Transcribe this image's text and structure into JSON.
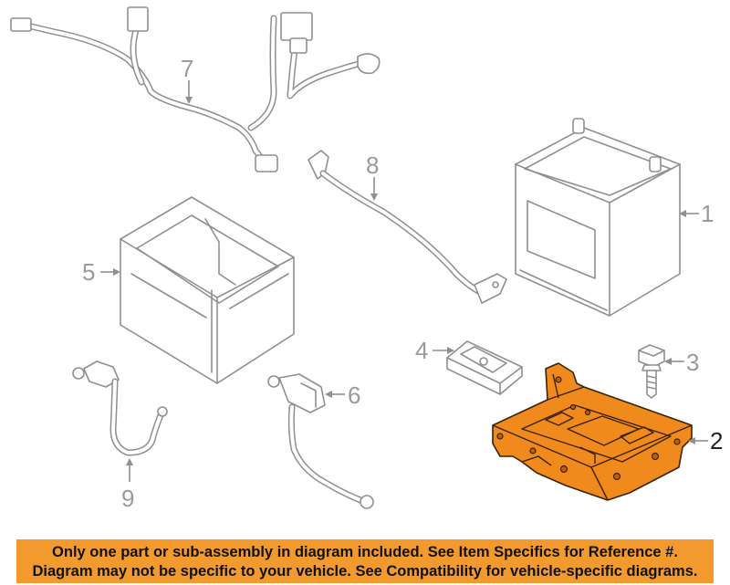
{
  "parts": [
    {
      "number": "1",
      "name": "battery"
    },
    {
      "number": "2",
      "name": "battery-tray"
    },
    {
      "number": "3",
      "name": "bolt"
    },
    {
      "number": "4",
      "name": "hold-down-clamp"
    },
    {
      "number": "5",
      "name": "battery-box"
    },
    {
      "number": "6",
      "name": "positive-cable"
    },
    {
      "number": "7",
      "name": "wire-harness"
    },
    {
      "number": "8",
      "name": "ground-cable"
    },
    {
      "number": "9",
      "name": "negative-cable"
    }
  ],
  "highlight_part": "2",
  "colors": {
    "highlight": "#f08a1c",
    "banner": "#f29a2e",
    "line": "#8f8f8f",
    "label": "#9a9a9a"
  },
  "banner": {
    "line1": "Only one part or sub-assembly in diagram included. See Item Specifics for Reference #.",
    "line2": "Diagram may not be specific to your vehicle. See Compatibility for vehicle-specific diagrams."
  }
}
